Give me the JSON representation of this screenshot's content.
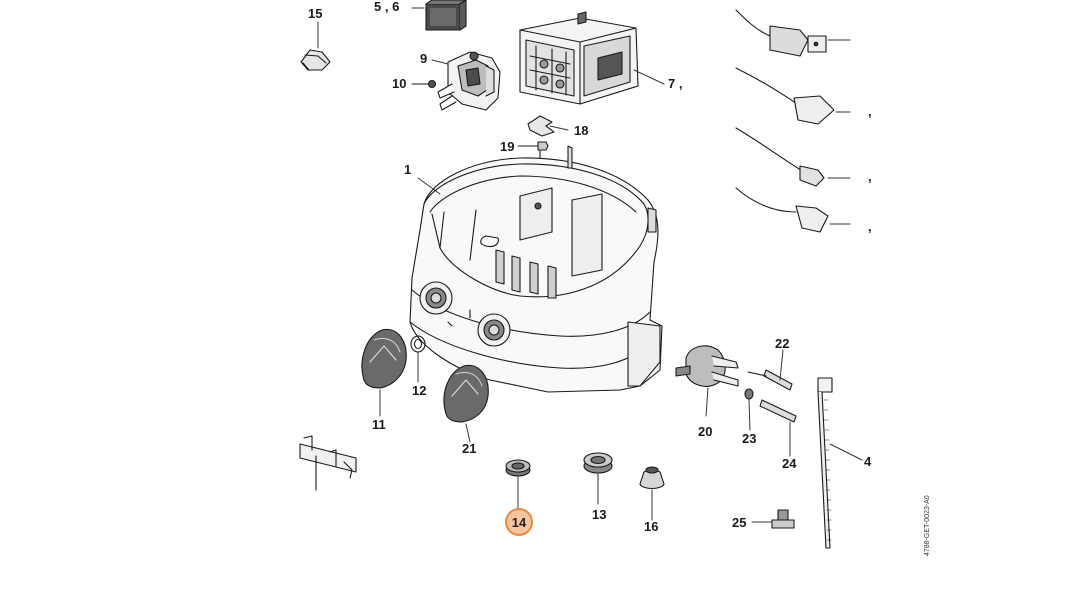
{
  "labels": {
    "p15": "15",
    "p5_6": "5 , 6",
    "p9": "9",
    "p10": "10",
    "p7": "7 ,",
    "p18": "18",
    "p19": "19",
    "p1": "1",
    "p12": "12",
    "p11": "11",
    "p21": "21",
    "p22": "22",
    "p20": "20",
    "p23": "23",
    "p24": "24",
    "p4": "4",
    "p13": "13",
    "p16": "16",
    "p25": "25",
    "p14": "14",
    "cord2_comma": ",",
    "cord3_comma": ",",
    "cord4_comma": ","
  },
  "highlight": {
    "part": "14",
    "fill": "#f6c49e",
    "border": "#e8893c"
  },
  "drawing_code": "4788-GET-0023-A0"
}
